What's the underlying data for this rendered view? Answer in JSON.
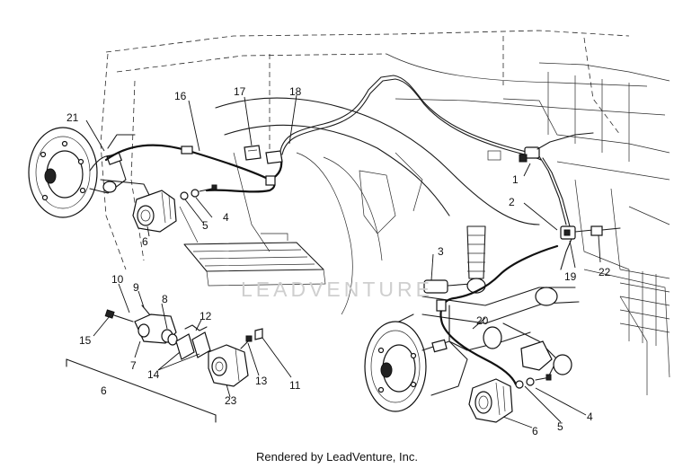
{
  "callouts": [
    {
      "id": "c1",
      "label": "1"
    },
    {
      "id": "c2",
      "label": "2"
    },
    {
      "id": "c3",
      "label": "3"
    },
    {
      "id": "c4a",
      "label": "4"
    },
    {
      "id": "c4b",
      "label": "4"
    },
    {
      "id": "c5a",
      "label": "5"
    },
    {
      "id": "c5b",
      "label": "5"
    },
    {
      "id": "c6a",
      "label": "6"
    },
    {
      "id": "c6b",
      "label": "6"
    },
    {
      "id": "c6c",
      "label": "6"
    },
    {
      "id": "c7",
      "label": "7"
    },
    {
      "id": "c8",
      "label": "8"
    },
    {
      "id": "c9",
      "label": "9"
    },
    {
      "id": "c10",
      "label": "10"
    },
    {
      "id": "c11",
      "label": "11"
    },
    {
      "id": "c12",
      "label": "12"
    },
    {
      "id": "c13",
      "label": "13"
    },
    {
      "id": "c14",
      "label": "14"
    },
    {
      "id": "c15",
      "label": "15"
    },
    {
      "id": "c16",
      "label": "16"
    },
    {
      "id": "c17",
      "label": "17"
    },
    {
      "id": "c18",
      "label": "18"
    },
    {
      "id": "c19",
      "label": "19"
    },
    {
      "id": "c20",
      "label": "20"
    },
    {
      "id": "c21",
      "label": "21"
    },
    {
      "id": "c22",
      "label": "22"
    },
    {
      "id": "c23",
      "label": "23"
    }
  ],
  "watermark": "LEADVENTURE",
  "footer": "Rendered by LeadVenture, Inc."
}
